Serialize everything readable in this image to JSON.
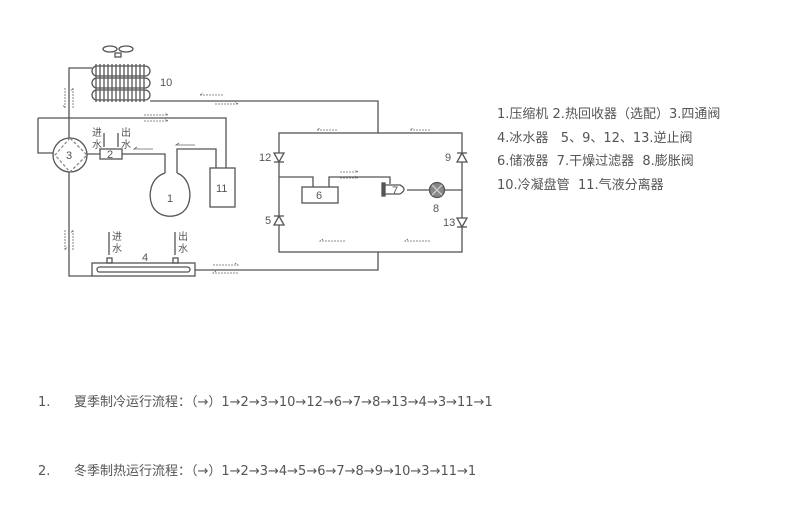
{
  "components": {
    "c1": "1",
    "c2": "2",
    "c3": "3",
    "c4": "4",
    "c5": "5",
    "c6": "6",
    "c7": "7",
    "c8": "8",
    "c9": "9",
    "c10": "10",
    "c11": "11",
    "c12": "12",
    "c13": "13",
    "water_in": "进水",
    "water_out": "出水",
    "water_in_char1": "进",
    "water_in_char2": "水",
    "water_out_char1": "出",
    "water_out_char2": "水"
  },
  "legend": [
    "1.压缩机 2.热回收器（选配）3.四通阀",
    "4.冰水器   5、9、12、13.逆止阀",
    "6.储液器  7.干燥过滤器  8.膨胀阀",
    "10.冷凝盘管  11.气液分离器"
  ],
  "flows": [
    {
      "num": "1.",
      "text": "夏季制冷运行流程：（→）1→2→3→10→12→6→7→8→13→4→3→11→1"
    },
    {
      "num": "2.",
      "text": "冬季制热运行流程：（→）1→2→3→4→5→6→7→8→9→10→3→11→1"
    }
  ],
  "colors": {
    "line": "#555555",
    "dashed": "#888888"
  }
}
